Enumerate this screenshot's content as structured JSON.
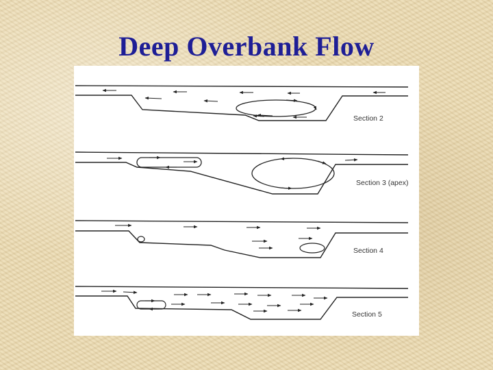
{
  "title": "Deep Overbank Flow",
  "sections": [
    {
      "label": "Section 2"
    },
    {
      "label": "Section 3 (apex)"
    },
    {
      "label": "Section 4"
    },
    {
      "label": "Section 5"
    }
  ]
}
